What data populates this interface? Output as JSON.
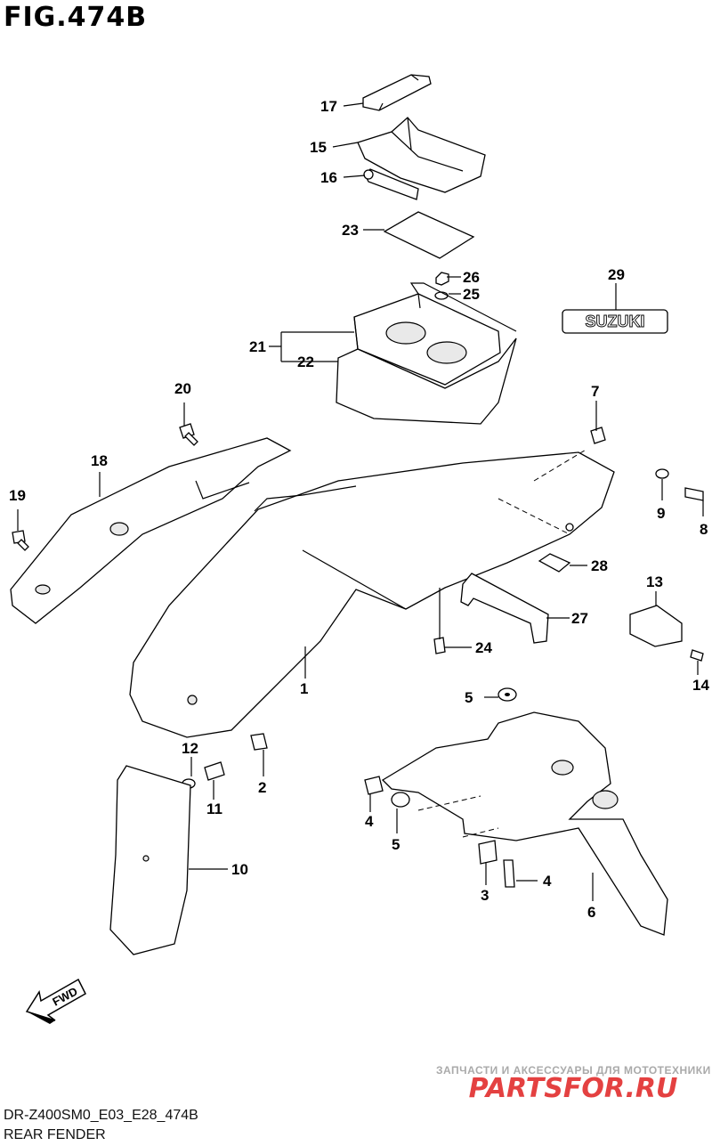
{
  "figure": {
    "title": "FIG.474B"
  },
  "footer": {
    "model_code": "DR-Z400SM0_E03_E28_474B",
    "section_name": "REAR FENDER"
  },
  "watermark": {
    "tagline": "ЗАПЧАСТИ И АКСЕССУАРЫ ДЛЯ МОТОТЕХНИКИ",
    "brand": "PARTSFOR.RU",
    "color": "#e02020"
  },
  "emblem": {
    "text": "SUZUKI"
  },
  "direction_marker": {
    "text": "FWD"
  },
  "callouts": {
    "c1": "1",
    "c2": "2",
    "c3": "3",
    "c4a": "4",
    "c4b": "4",
    "c5a": "5",
    "c5b": "5",
    "c6": "6",
    "c7": "7",
    "c8": "8",
    "c9": "9",
    "c10": "10",
    "c11": "11",
    "c12": "12",
    "c13": "13",
    "c14": "14",
    "c15": "15",
    "c16": "16",
    "c17": "17",
    "c18": "18",
    "c19": "19",
    "c20": "20",
    "c21": "21",
    "c22": "22",
    "c23": "23",
    "c24": "24",
    "c25": "25",
    "c26": "26",
    "c27": "27",
    "c28": "28",
    "c29": "29"
  }
}
